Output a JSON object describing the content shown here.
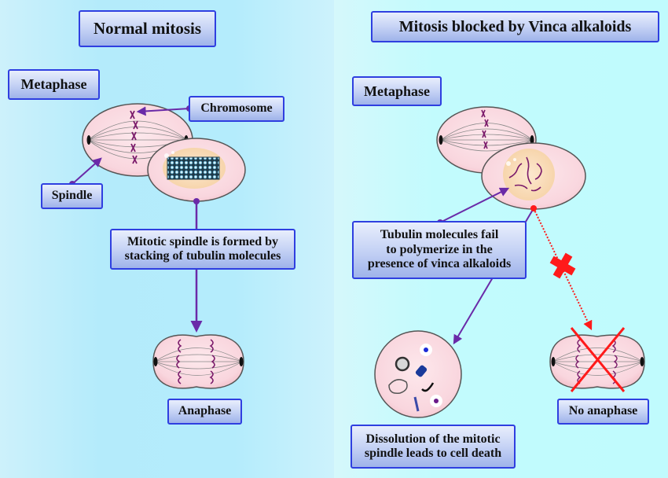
{
  "left": {
    "title": "Normal mitosis",
    "metaphase_label": "Metaphase",
    "chromosome_label": "Chromosome",
    "spindle_label": "Spindle",
    "description": "Mitotic spindle is formed by\nstacking of tubulin molecules",
    "anaphase_label": "Anaphase"
  },
  "right": {
    "title": "Mitosis blocked by Vinca alkaloids",
    "metaphase_label": "Metaphase",
    "description": "Tubulin molecules fail\nto polymerize in the\npresence of vinca alkaloids",
    "death_label": "Dissolution of the mitotic\nspindle leads to cell death",
    "no_anaphase_label": "No anaphase"
  },
  "colors": {
    "arrow": "#6a2aa8",
    "block": "#ff1a1a",
    "box_border": "#2f3fe0",
    "cell_fill": "#fbdde3",
    "chromosome": "#7a1a6a"
  }
}
